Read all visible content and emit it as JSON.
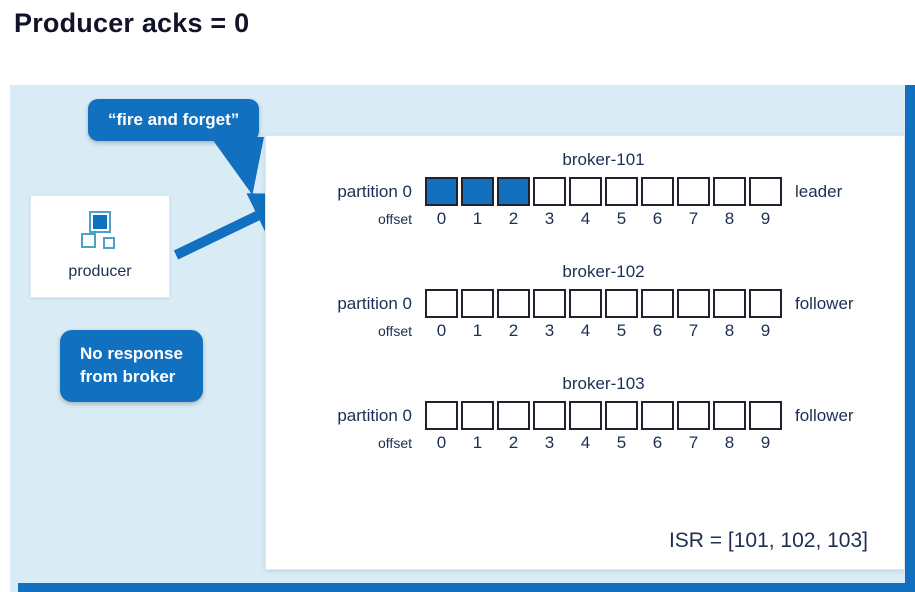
{
  "title": "Producer acks = 0",
  "speech_bubble": "“fire and forget”",
  "producer_label": "producer",
  "no_response": {
    "line1": "No response",
    "line2": "from broker"
  },
  "partition_label": "partition 0",
  "offset_label": "offset",
  "offsets": [
    "0",
    "1",
    "2",
    "3",
    "4",
    "5",
    "6",
    "7",
    "8",
    "9"
  ],
  "brokers": [
    {
      "name": "broker-101",
      "role": "leader",
      "filled": 3
    },
    {
      "name": "broker-102",
      "role": "follower",
      "filled": 0
    },
    {
      "name": "broker-103",
      "role": "follower",
      "filled": 0
    }
  ],
  "isr_text": "ISR = [101, 102, 103]",
  "colors": {
    "accent": "#1270c0",
    "panel_bg": "#d9ecf6",
    "navy": "#1c2f52",
    "title": "#121329",
    "cell_border": "#20222f",
    "icon_teal": "#4aa3c4"
  }
}
